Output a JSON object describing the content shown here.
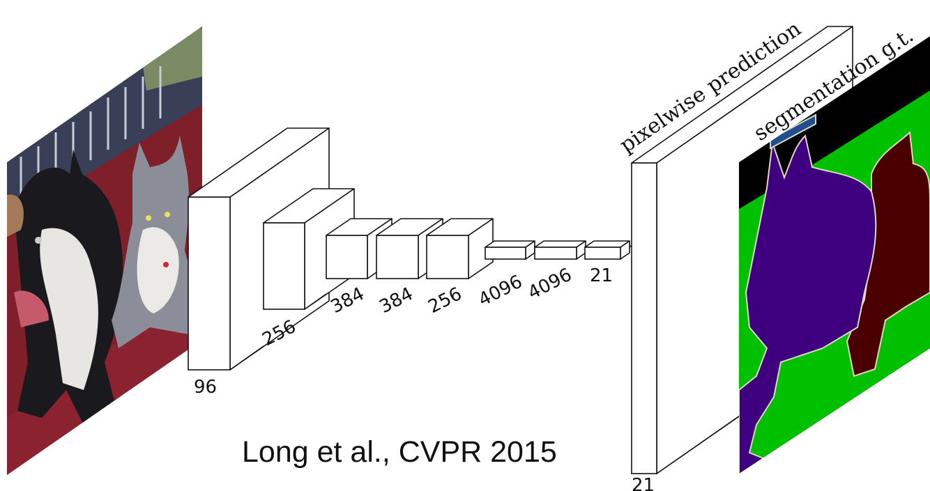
{
  "diagram": {
    "input_image": "photo of a black-and-white dog and a grey-and-white cat lying on a red couch",
    "layers": [
      "96",
      "256",
      "384",
      "384",
      "256",
      "4096",
      "4096",
      "21"
    ],
    "output_layer": "21",
    "output_label": "pixelwise prediction",
    "gt_label": "segmentation g.t.",
    "citation": "Long et al., CVPR 2015",
    "colors": {
      "background": "#000000",
      "dog": "#3f0080",
      "cat": "#4a0000",
      "floor": "#00c000",
      "edge": "#e0d8c0",
      "object": "#1f4f8f",
      "couch": "#7e1f2a"
    }
  }
}
